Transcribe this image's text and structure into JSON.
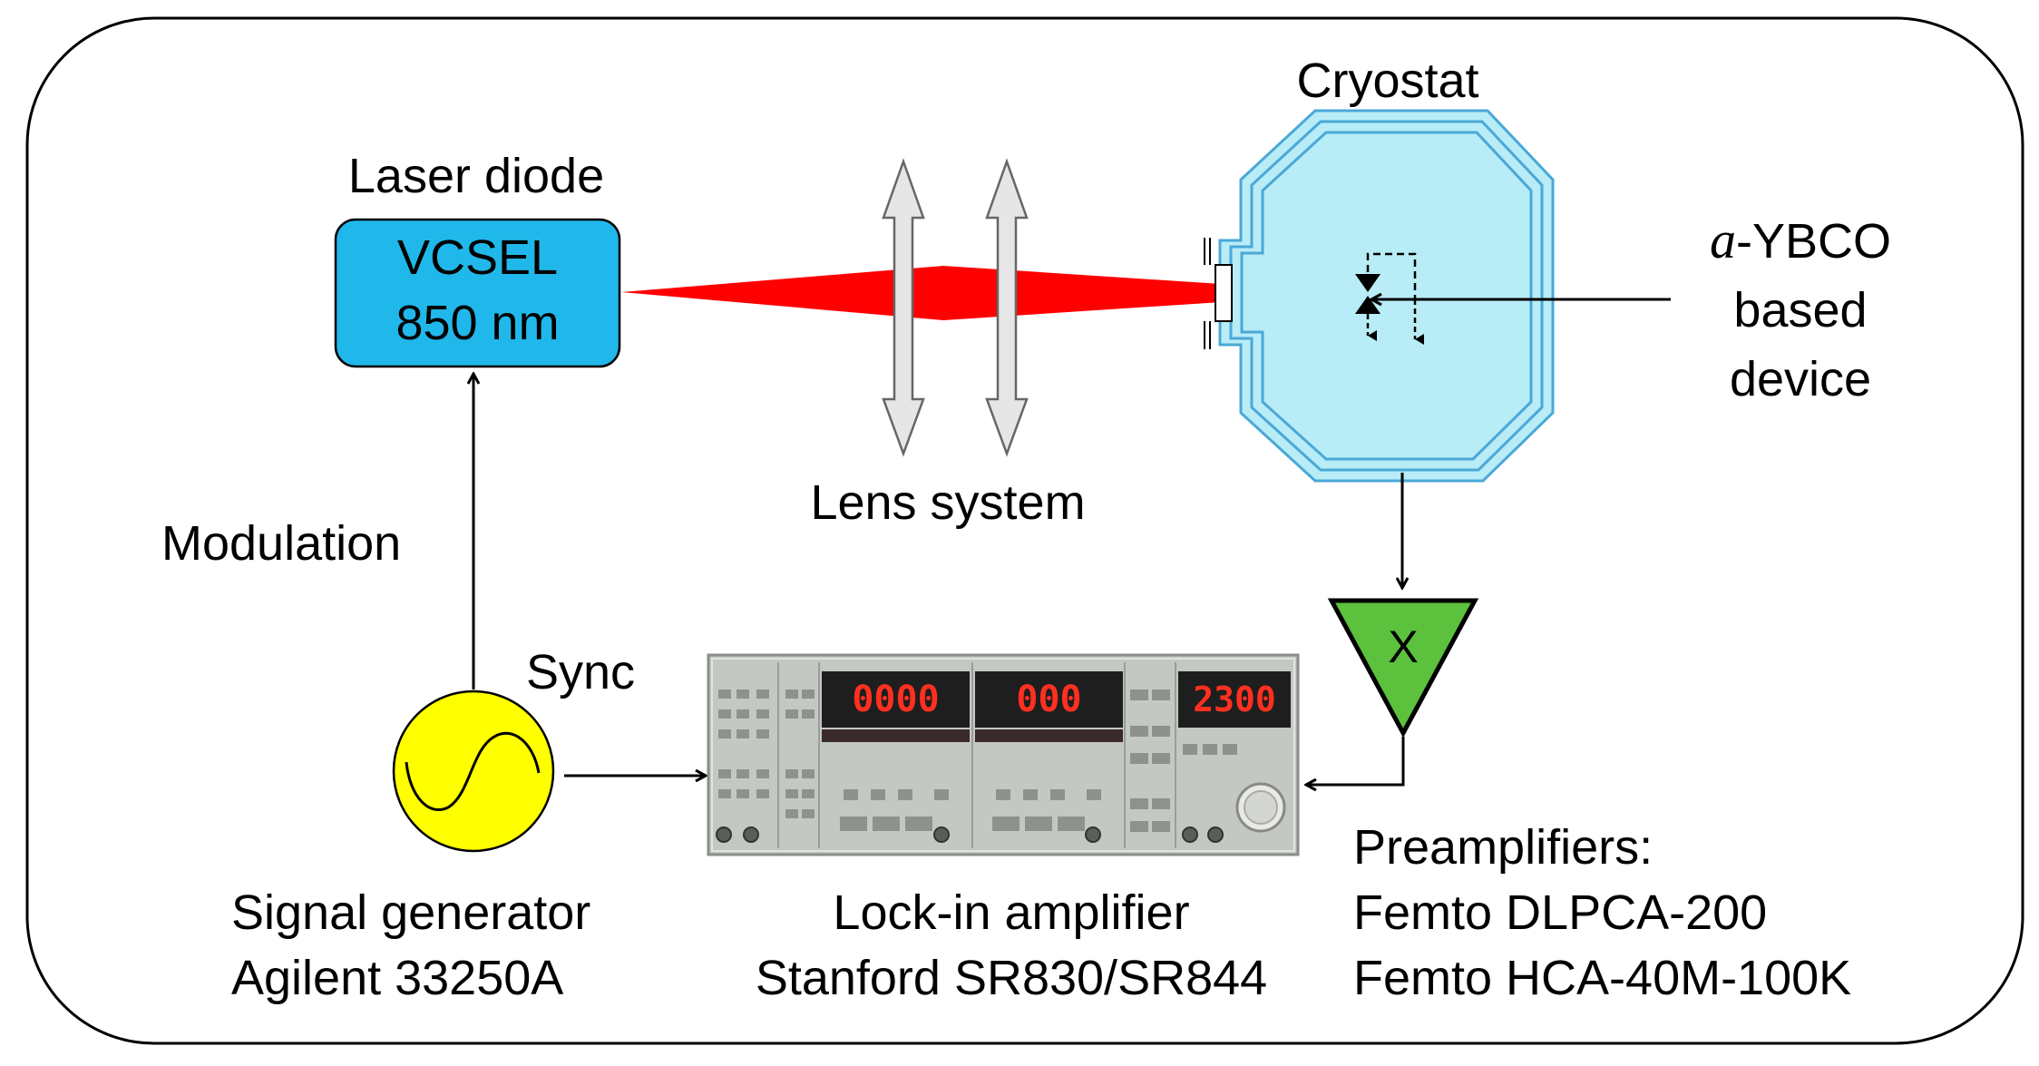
{
  "labels": {
    "laser_diode": "Laser diode",
    "vcsel_line1": "VCSEL",
    "vcsel_line2": "850 nm",
    "cryostat": "Cryostat",
    "device_prefix": "a",
    "device_line1_rest": "-YBCO",
    "device_line2": "based",
    "device_line3": "device",
    "lens_system": "Lens system",
    "modulation": "Modulation",
    "sync": "Sync",
    "preamp_symbol": "X",
    "signal_gen_line1": "Signal generator",
    "signal_gen_line2": "Agilent 33250A",
    "lockin_line1": "Lock-in amplifier",
    "lockin_line2": "Stanford SR830/SR844",
    "preamp_line1": "Preamplifiers:",
    "preamp_line2": "Femto DLPCA-200",
    "preamp_line3": "Femto HCA-40M-100K"
  },
  "displays": {
    "left": "0000",
    "middle": "000",
    "right": "2300"
  },
  "colors": {
    "vcsel_fill": "#20b8ea",
    "beam": "#ff0000",
    "cryostat_fill": "#b8ecf6",
    "signal_gen_fill": "#ffff00",
    "preamp_fill": "#5cc13d",
    "instrument_panel": "#c4c8c2",
    "display_digits": "#ff3020"
  }
}
